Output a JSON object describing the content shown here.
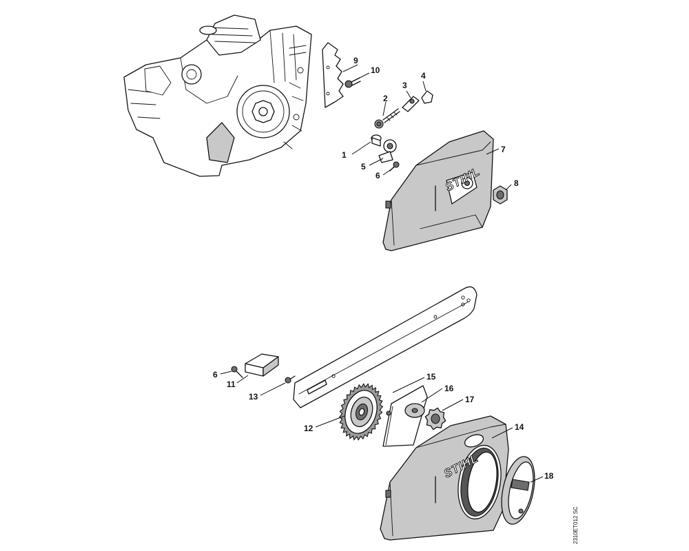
{
  "brand": {
    "cover_top": "STIHL",
    "cover_bottom": "STIHL"
  },
  "drawing_code": "2310ET012 SC",
  "callouts": {
    "c1": "1",
    "c2": "2",
    "c3": "3",
    "c4": "4",
    "c5": "5",
    "c6a": "6",
    "c6b": "6",
    "c7": "7",
    "c8": "8",
    "c9": "9",
    "c10": "10",
    "c11": "11",
    "c12": "12",
    "c13": "13",
    "c14": "14",
    "c15": "15",
    "c16": "16",
    "c17": "17",
    "c18": "18"
  }
}
